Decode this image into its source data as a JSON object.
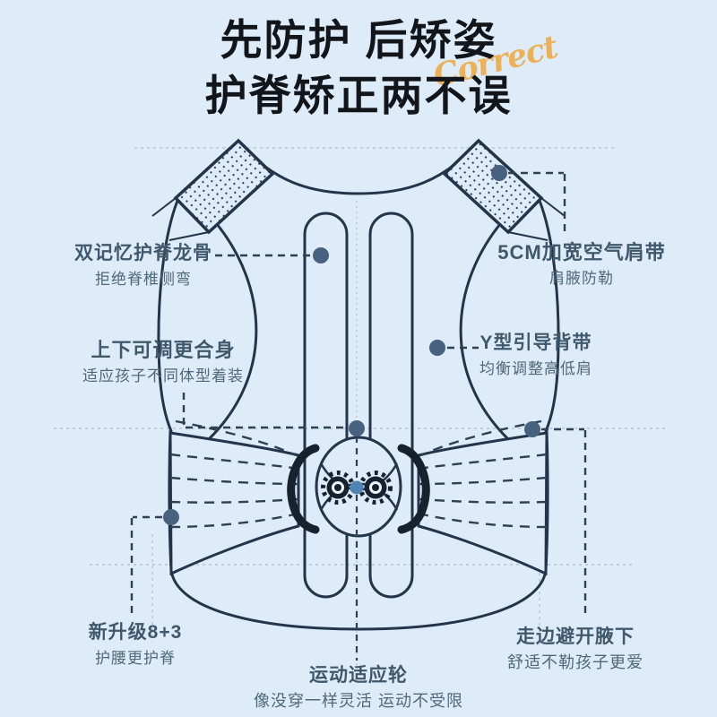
{
  "title": {
    "line1": "先防护 后矫姿",
    "line2": "护脊矫正两不误",
    "badge": "Correct"
  },
  "annotations": {
    "keel": {
      "main": "双记忆护脊龙骨",
      "sub": "拒绝脊椎侧弯"
    },
    "adjust": {
      "main": "上下可调更合身",
      "sub": "适应孩子不同体型着装"
    },
    "waist": {
      "main": "新升级8+3",
      "sub": "护腰更护脊"
    },
    "strap": {
      "main": "5CM加宽空气肩带",
      "sub": "肩腋防勒"
    },
    "yband": {
      "main": "Y型引导背带",
      "sub": "均衡调整高低肩"
    },
    "underarm": {
      "main": "走边避开腋下",
      "sub": "舒适不勒孩子更爱"
    },
    "wheel": {
      "main": "运动适应轮",
      "sub": "像没穿一样灵活 运动不受限"
    }
  },
  "colors": {
    "background": "#deebf8",
    "line_dark": "#23354a",
    "title_text": "#121519",
    "annotation_text": "#40586c",
    "annotation_subtext": "#50697a",
    "marker_dot": "#46627e",
    "center_dot_blue": "#4f84b3",
    "badge_orange": "#ecb157"
  }
}
